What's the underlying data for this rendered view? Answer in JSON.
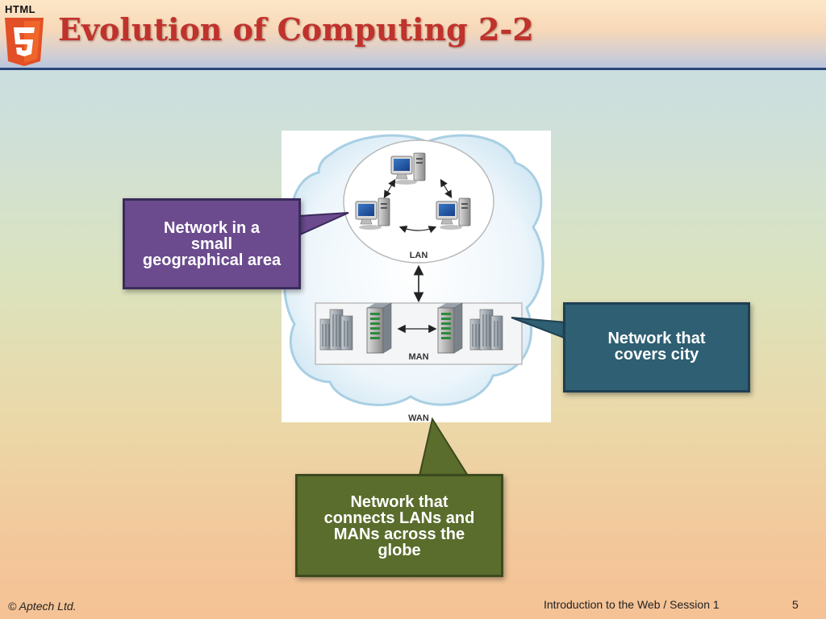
{
  "header": {
    "logo_text": "HTML",
    "title": "Evolution of Computing 2-2"
  },
  "diagram": {
    "lan_label": "LAN",
    "man_label": "MAN",
    "wan_label": "WAN"
  },
  "callouts": {
    "lan": [
      "Network in a",
      "small",
      "geographical area"
    ],
    "man": [
      "Network that",
      "covers city"
    ],
    "wan": [
      "Network that",
      "connects LANs and",
      "MANs across the",
      "globe"
    ]
  },
  "footer": {
    "copyright": "© Aptech Ltd.",
    "course": "Introduction to the Web / Session 1",
    "page_number": "5"
  },
  "colors": {
    "title": "#c0322c",
    "header_rule": "#29467a",
    "lan_callout": "#6b4b8e",
    "man_callout": "#2e5f73",
    "wan_callout": "#5a6d2c"
  },
  "icons": [
    "html5-logo-icon",
    "computer-icon",
    "office-building-icon",
    "server-icon"
  ]
}
